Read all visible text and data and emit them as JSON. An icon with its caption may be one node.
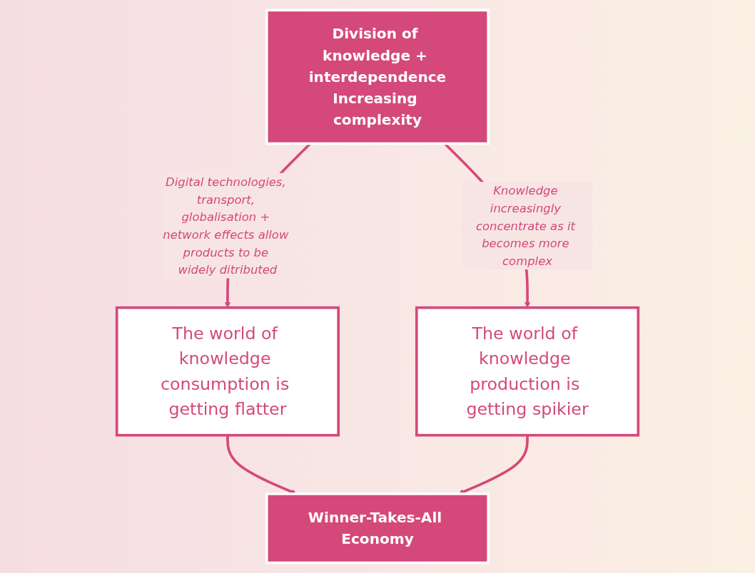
{
  "diagram": {
    "nodes": [
      {
        "text": [
          "Division of knowledge + interdependence",
          "Increasing complexity"
        ]
      },
      {
        "text": [
          "The world of knowledge consumption is getting flatter"
        ]
      },
      {
        "text": [
          "The world of knowledge production is getting spikier"
        ]
      },
      {
        "text": [
          "Winner-Takes-All Economy"
        ]
      }
    ],
    "edges": [
      {
        "from": 0,
        "to": 1,
        "arrow": "to",
        "label": "Digital technologies, transport, globalisation + network effects allow products to be widely ditributed"
      },
      {
        "from": 0,
        "to": 2,
        "arrow": "to",
        "label": "Knowledge increasingly concentrate as it becomes more complex"
      },
      {
        "from": 1,
        "to": 3,
        "arrow": "to"
      },
      {
        "from": 2,
        "to": 3,
        "arrow": "to"
      }
    ]
  }
}
